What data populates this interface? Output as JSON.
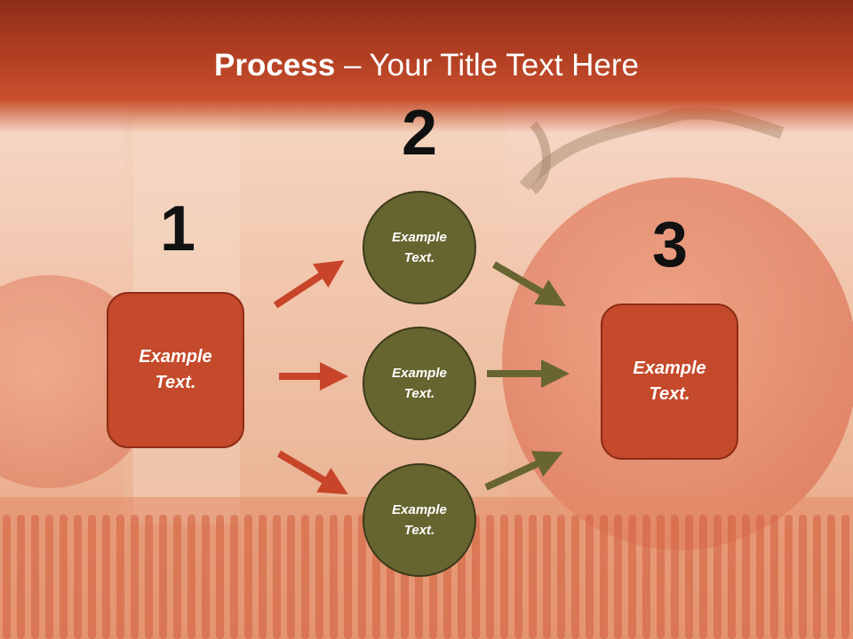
{
  "title": {
    "bold": "Process",
    "rest": " – Your Title Text Here"
  },
  "steps": [
    {
      "number": "1",
      "text": "Example Text."
    },
    {
      "number": "2",
      "items": [
        "Example Text.",
        "Example Text.",
        "Example Text."
      ]
    },
    {
      "number": "3",
      "text": "Example Text."
    }
  ],
  "colors": {
    "title_band": "#b13e22",
    "box_fill": "#c44a2b",
    "circle_fill": "#67652f",
    "arrow_red": "#c8452a",
    "arrow_olive": "#686531"
  }
}
